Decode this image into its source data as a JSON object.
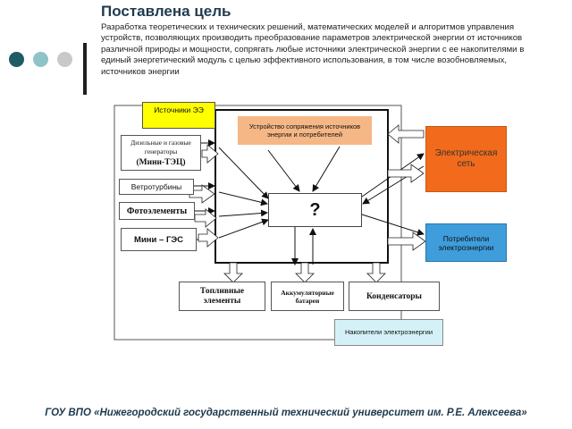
{
  "slide": {
    "title": "Поставлена цель",
    "description": "Разработка теоретических и технических решений, математических моделей и алгоритмов управления устройств, позволяющих производить преобразование параметров электрической энергии от источников различной природы и мощности, сопрягать любые источники электрической энергии с ее накопителями в единый энергетический модуль с целью эффективного использования, в том числе возобновляемых, источников энергии",
    "footer": "ГОУ ВПО «Нижегородский государственный технический университет им. Р.Е. Алексеева»",
    "decor_colors": [
      "#1f5c63",
      "#8fc3c8",
      "#c9c9c9"
    ]
  },
  "diagram": {
    "sources_label": "Источники ЭЭ",
    "sources": [
      "Дизельные и газовые генераторы",
      "(Мини-ТЭЦ)",
      "Ветротурбины",
      "Фотоэлементы",
      "Мини – ГЭС"
    ],
    "device_label": "Устройство сопряжения источников энергии и потребителей",
    "controller": "?",
    "grid": "Электрическая сеть",
    "consumers": "Потребители электроэнергии",
    "storage": [
      "Топливные элементы",
      "Аккумуляторные батареи",
      "Конденсаторы"
    ],
    "storage_label": "Накопители электроэнергии",
    "colors": {
      "yellow": "#ffff00",
      "orange_light": "#f5b785",
      "orange": "#f26a1b",
      "blue": "#3f9ddc",
      "cyan_light": "#d5f1f8"
    }
  }
}
